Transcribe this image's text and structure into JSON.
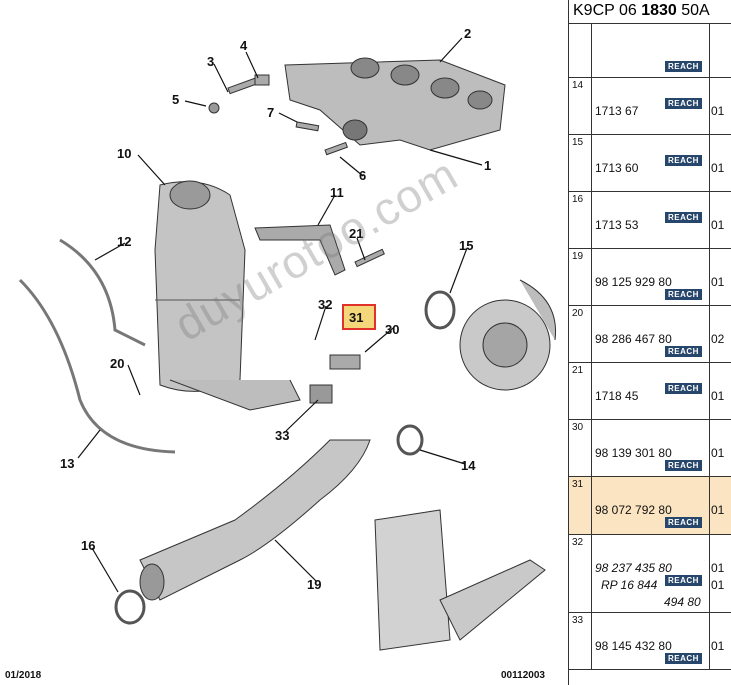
{
  "panel": {
    "header_prefix": "K9CP 06",
    "header_bold": "1830",
    "header_suffix": "50A",
    "rows": [
      {
        "num": "",
        "ref": "",
        "badge": "REACH",
        "qty": ""
      },
      {
        "num": "14",
        "ref": "1713 67",
        "badge": "REACH",
        "qty": "01"
      },
      {
        "num": "15",
        "ref": "1713 60",
        "badge": "REACH",
        "qty": "01"
      },
      {
        "num": "16",
        "ref": "1713 53",
        "badge": "REACH",
        "qty": "01"
      },
      {
        "num": "19",
        "ref": "98 125 929 80",
        "badge": "REACH",
        "qty": "01"
      },
      {
        "num": "20",
        "ref": "98 286 467 80",
        "badge": "REACH",
        "qty": "02"
      },
      {
        "num": "21",
        "ref": "1718 45",
        "badge": "REACH",
        "qty": "01"
      },
      {
        "num": "30",
        "ref": "98 139 301 80",
        "badge": "REACH",
        "qty": "01"
      },
      {
        "num": "31",
        "ref": "98 072 792 80",
        "badge": "REACH",
        "qty": "01"
      },
      {
        "num": "32",
        "ref": "98 237 435 80",
        "ref2": "RP 16 844",
        "ref3": "494 80",
        "badge": "REACH",
        "qty": "01",
        "qty2": "01"
      },
      {
        "num": "33",
        "ref": "98 145 432 80",
        "badge": "REACH",
        "qty": "01"
      }
    ]
  },
  "diagram": {
    "callouts": [
      "1",
      "2",
      "3",
      "4",
      "5",
      "6",
      "7",
      "10",
      "11",
      "12",
      "13",
      "14",
      "15",
      "16",
      "19",
      "20",
      "21",
      "30",
      "31",
      "32",
      "33"
    ],
    "highlighted": "31",
    "highlight_color": "#e0312b",
    "highlight_fill": "#f3d77a"
  },
  "footer": {
    "date": "01/2018",
    "code": "00112003"
  },
  "watermark": "duyurotoo.com"
}
